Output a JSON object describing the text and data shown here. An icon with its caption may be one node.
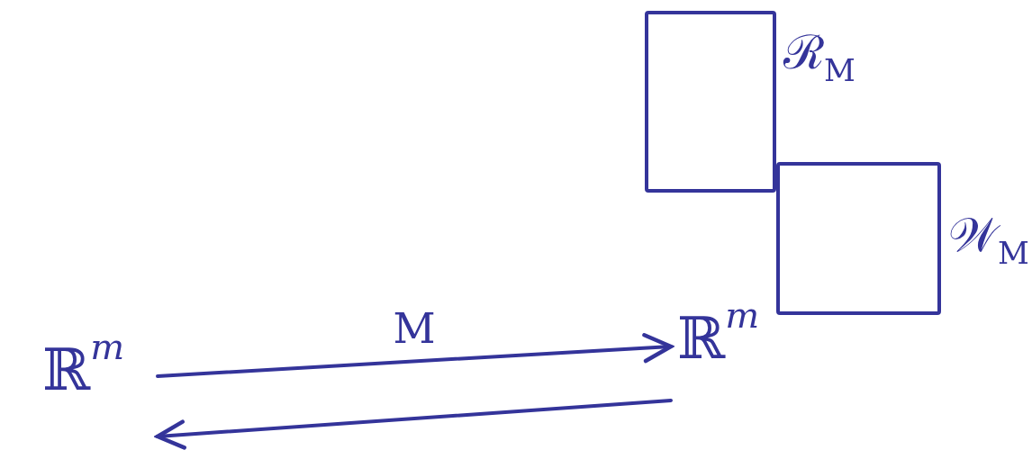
{
  "diagram": {
    "nodes": [
      {
        "text": [
          "ℝ$^{m}$"
        ]
      },
      {
        "text": [
          "ℝ$^{m}$"
        ]
      },
      {
        "text": [
          "ℛ$_{M}$"
        ]
      },
      {
        "text": [
          "𝒲$_{M}$"
        ]
      }
    ],
    "edges": [
      {
        "from": 0,
        "to": 1,
        "arrow": "to",
        "label": "M"
      },
      {
        "from": 1,
        "to": 0,
        "arrow": "to"
      }
    ]
  }
}
